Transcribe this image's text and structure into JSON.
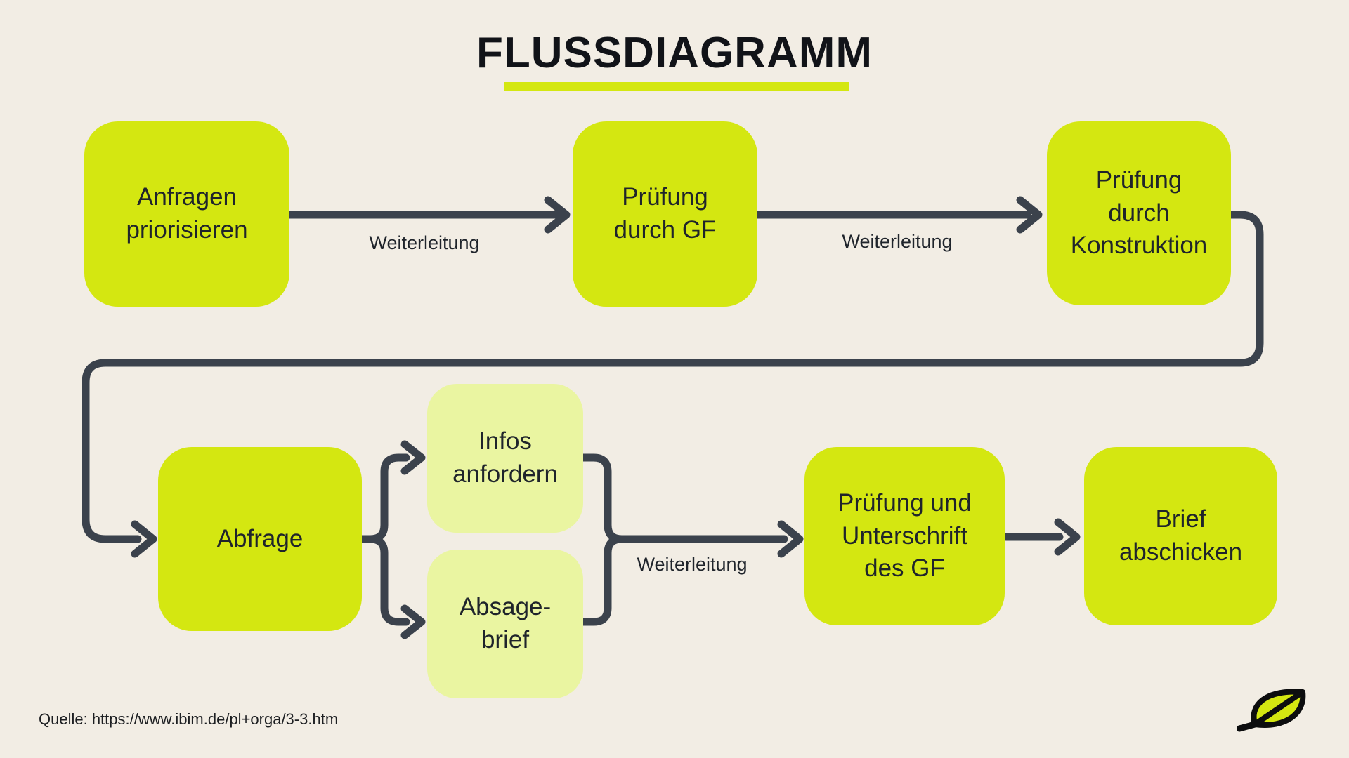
{
  "title": {
    "text": "FLUSSDIAGRAMM"
  },
  "nodes": [
    {
      "id": "anfragen-priorisieren",
      "label": "Anfragen\npriorisieren",
      "variant": "bright"
    },
    {
      "id": "pruefung-durch-gf",
      "label": "Prüfung\ndurch GF",
      "variant": "bright"
    },
    {
      "id": "pruefung-konstruktion",
      "label": "Prüfung\ndurch\nKonstruktion",
      "variant": "bright"
    },
    {
      "id": "abfrage",
      "label": "Abfrage",
      "variant": "bright"
    },
    {
      "id": "infos-anfordern",
      "label": "Infos\nanfordern",
      "variant": "pale"
    },
    {
      "id": "absagebrief",
      "label": "Absage-\nbrief",
      "variant": "pale"
    },
    {
      "id": "pruefung-unterschrift-gf",
      "label": "Prüfung und\nUnterschrift\ndes GF",
      "variant": "bright"
    },
    {
      "id": "brief-abschicken",
      "label": "Brief\nabschicken",
      "variant": "bright"
    }
  ],
  "edge_labels": [
    "Weiterleitung",
    "Weiterleitung",
    "Weiterleitung"
  ],
  "source": {
    "text": "Quelle: https://www.ibim.de/pl+orga/3-3.htm"
  },
  "icons": [
    "leaf-logo-icon"
  ],
  "colors": {
    "background": "#f2ede4",
    "node_bright": "#d4e711",
    "node_pale": "#eaf5a1",
    "connector": "#3b424c",
    "text": "#1f242b",
    "title_underline": "#d4e711"
  }
}
